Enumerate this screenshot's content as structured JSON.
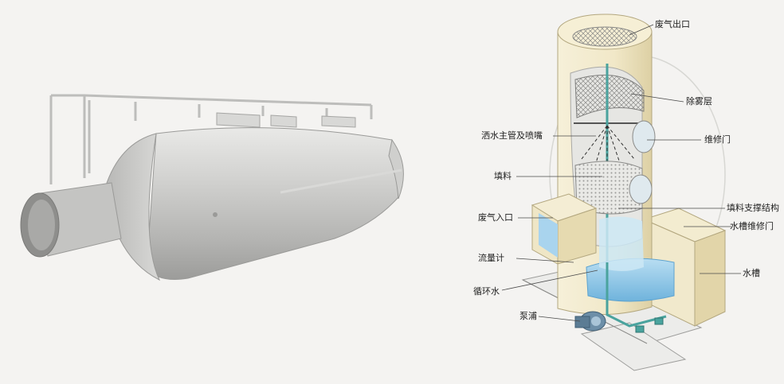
{
  "labels": {
    "exhaust_outlet": "废气出口",
    "demister_layer": "除雾层",
    "spray_pipe_nozzle": "洒水主管及喷嘴",
    "maintenance_door": "维修门",
    "packing": "填料",
    "packing_support": "填料支撑结构",
    "exhaust_inlet": "废气入口",
    "tank_maintenance_door": "水槽维修门",
    "flow_meter": "流量计",
    "water_tank": "水槽",
    "circulating_water": "循环水",
    "pump": "泵浦"
  },
  "colors": {
    "background": "#f4f3f1",
    "tower_body": "#f4edd2",
    "tower_shade": "#e3d7ae",
    "water": "#8cc6e8",
    "steel": "#c9c9c7",
    "steel_dark": "#8d8d8b",
    "pipe": "#4aa39e"
  }
}
